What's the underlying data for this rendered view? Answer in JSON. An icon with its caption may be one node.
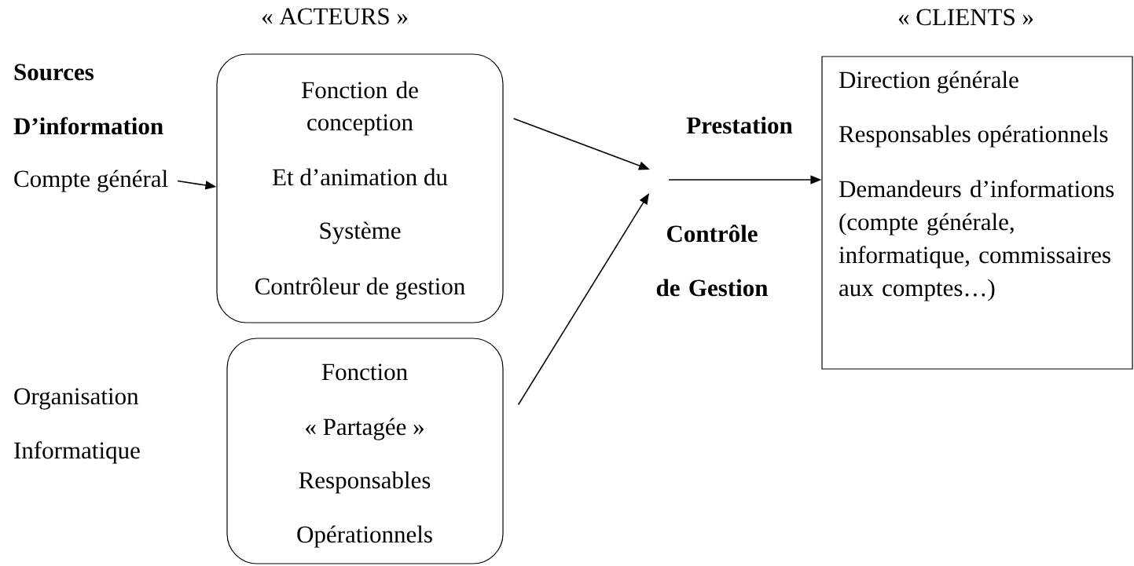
{
  "diagram": {
    "nodes": [
      {
        "text": [
          "Compte général"
        ]
      },
      {
        "text": [
          "Fonction de conception",
          "Et d’animation du",
          "Système",
          "Contrôleur de gestion"
        ]
      },
      {
        "text": [
          "Fonction",
          "« Partagée »",
          "Responsables",
          "Opérationnels"
        ]
      },
      {
        "text": [
          "Direction générale",
          "Responsables opérationnels",
          "Demandeurs d’informations (compte générale, informatique, commissaires aux comptes…)"
        ]
      }
    ],
    "edges": [
      {
        "from": 0,
        "to": 1,
        "arrow": "to"
      },
      {
        "from": 1,
        "to": null,
        "arrow": "to"
      },
      {
        "from": 2,
        "to": null,
        "arrow": "to"
      },
      {
        "from": null,
        "to": 3,
        "arrow": "to"
      }
    ],
    "labels": [
      "« ACTEURS »",
      "«  CLIENTS »",
      "**Sources D’information**",
      "**Prestation**",
      "**Contrôle de Gestion**",
      "Organisation Informatique"
    ]
  }
}
